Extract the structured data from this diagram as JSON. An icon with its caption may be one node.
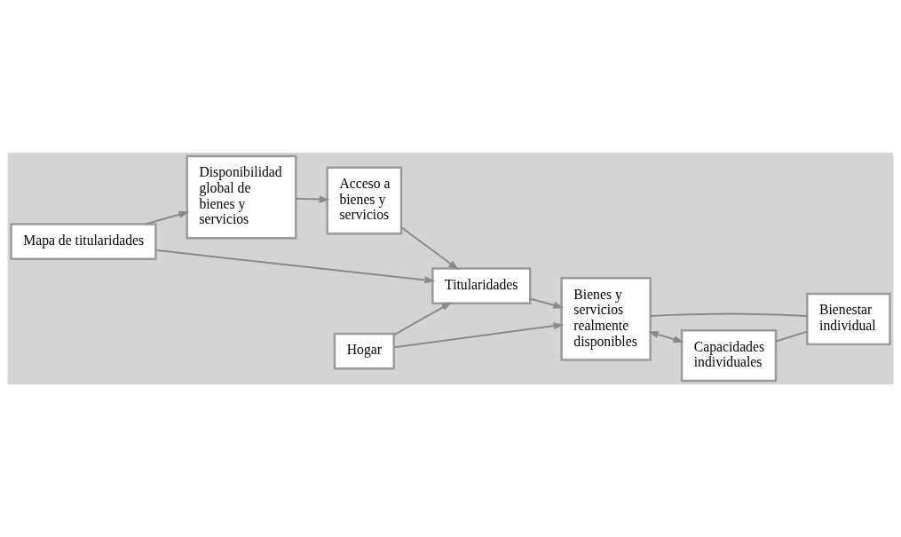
{
  "diagram": {
    "nodes": [
      {
        "text": [
          "Hogar"
        ]
      },
      {
        "text": [
          "Disponibilidad global de bienes y servicios"
        ]
      },
      {
        "text": [
          "Acceso a bienes y servicios"
        ]
      },
      {
        "text": [
          "Titularidades"
        ]
      },
      {
        "text": [
          "Bienes y servicios realmente disponibles"
        ]
      },
      {
        "text": [
          "Bienestar individual"
        ]
      },
      {
        "text": [
          "Capacidades individuales"
        ]
      },
      {
        "text": [
          "Mapa de titularidades"
        ]
      }
    ],
    "edges": [
      {
        "from": 0,
        "to": 3,
        "arrow": "to"
      },
      {
        "from": 0,
        "to": 4,
        "arrow": "to"
      },
      {
        "from": 1,
        "to": 2,
        "arrow": "to"
      },
      {
        "from": 2,
        "to": 3,
        "arrow": "to"
      },
      {
        "from": 3,
        "to": 4,
        "arrow": "to"
      },
      {
        "from": 4,
        "to": 5,
        "arrow": "none"
      },
      {
        "from": 4,
        "to": 6,
        "arrow": "both"
      },
      {
        "from": 6,
        "to": 5,
        "arrow": "none"
      },
      {
        "from": 7,
        "to": 1,
        "arrow": "to"
      },
      {
        "from": 7,
        "to": 3,
        "arrow": "to"
      }
    ]
  }
}
